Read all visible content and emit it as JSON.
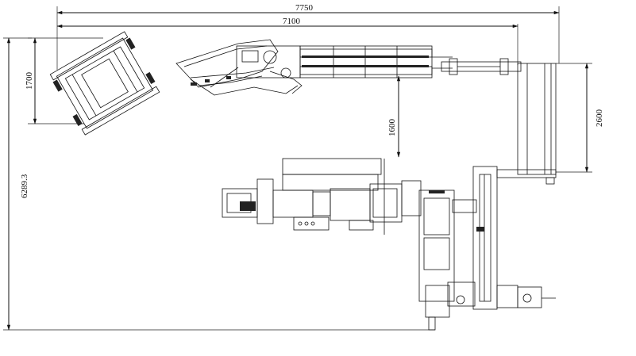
{
  "dimensions": {
    "overall_width": "7750",
    "inner_width": "7100",
    "left_height": "1700",
    "center_drop": "1600",
    "right_height": "2600",
    "total_height": "6289.3"
  },
  "colors": {
    "line": "#111111",
    "background": "#ffffff"
  }
}
